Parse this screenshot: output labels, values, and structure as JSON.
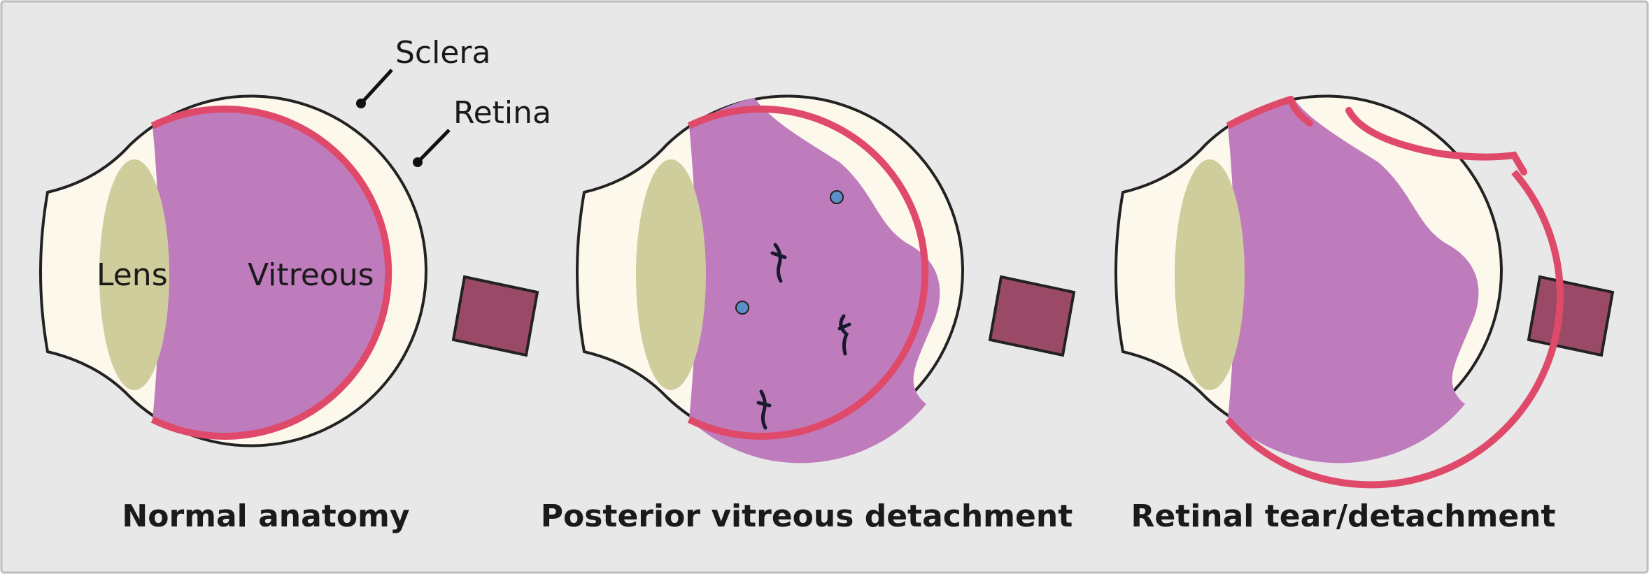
{
  "colors": {
    "background": "#e8e8e8",
    "border": "#bdbdbd",
    "sclera": "#fcf8ec",
    "outline": "#222222",
    "retina": "#e04a6a",
    "vitreous": "#bf7cbd",
    "lens": "#cfcd9b",
    "optic_nerve": "#9a4a67",
    "floater": "#5a8fc7"
  },
  "panels": [
    {
      "caption": "Normal anatomy",
      "labels": {
        "sclera": "Sclera",
        "retina": "Retina",
        "lens": "Lens",
        "vitreous": "Vitreous"
      }
    },
    {
      "caption": "Posterior vitreous detachment"
    },
    {
      "caption": "Retinal tear/detachment"
    }
  ]
}
